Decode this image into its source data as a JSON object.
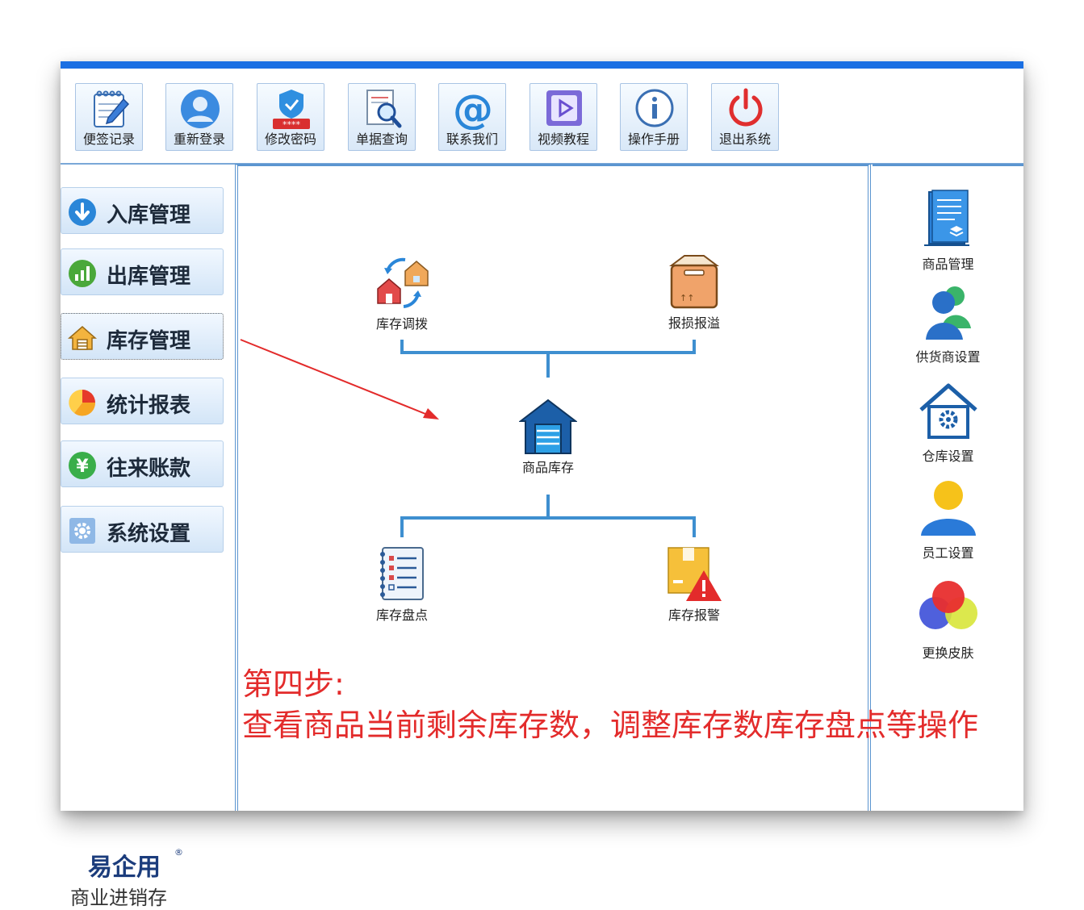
{
  "toolbar": {
    "buttons": [
      {
        "label": "便签记录",
        "icon": "notepad-icon"
      },
      {
        "label": "重新登录",
        "icon": "user-relogin-icon"
      },
      {
        "label": "修改密码",
        "icon": "password-shield-icon"
      },
      {
        "label": "单据查询",
        "icon": "document-search-icon"
      },
      {
        "label": "联系我们",
        "icon": "at-sign-icon"
      },
      {
        "label": "视频教程",
        "icon": "video-play-icon"
      },
      {
        "label": "操作手册",
        "icon": "info-icon"
      },
      {
        "label": "退出系统",
        "icon": "power-icon"
      }
    ]
  },
  "sidebar": {
    "items": [
      {
        "label": "入库管理",
        "icon": "download-arrow-icon"
      },
      {
        "label": "出库管理",
        "icon": "bar-chart-icon"
      },
      {
        "label": "库存管理",
        "icon": "warehouse-house-icon"
      },
      {
        "label": "统计报表",
        "icon": "pie-chart-icon"
      },
      {
        "label": "往来账款",
        "icon": "yen-icon"
      },
      {
        "label": "系统设置",
        "icon": "gear-icon"
      }
    ],
    "active_index": 2,
    "brand": {
      "logo": "易企用",
      "registered": "®",
      "subtitle": "商业进销存"
    }
  },
  "main": {
    "nodes": {
      "transfer": {
        "label": "库存调拨",
        "icon": "house-transfer-icon"
      },
      "loss": {
        "label": "报损报溢",
        "icon": "box-icon"
      },
      "center": {
        "label": "商品库存",
        "icon": "warehouse-icon"
      },
      "count": {
        "label": "库存盘点",
        "icon": "checklist-icon"
      },
      "alarm": {
        "label": "库存报警",
        "icon": "box-warning-icon"
      }
    }
  },
  "right_panel": {
    "items": [
      {
        "label": "商品管理",
        "icon": "goods-document-icon"
      },
      {
        "label": "供货商设置",
        "icon": "supplier-people-icon"
      },
      {
        "label": "仓库设置",
        "icon": "warehouse-gear-icon"
      },
      {
        "label": "员工设置",
        "icon": "employee-user-icon"
      },
      {
        "label": "更换皮肤",
        "icon": "color-circles-icon"
      }
    ]
  },
  "annotation": {
    "step_title": "第四步:",
    "step_desc": "查看商品当前剩余库存数，调整库存数库存盘点等操作",
    "color": "#e32b2b"
  },
  "colors": {
    "accent": "#1a6fe3",
    "panel_border": "#5b95d0",
    "flow_line": "#3e8fd0"
  }
}
